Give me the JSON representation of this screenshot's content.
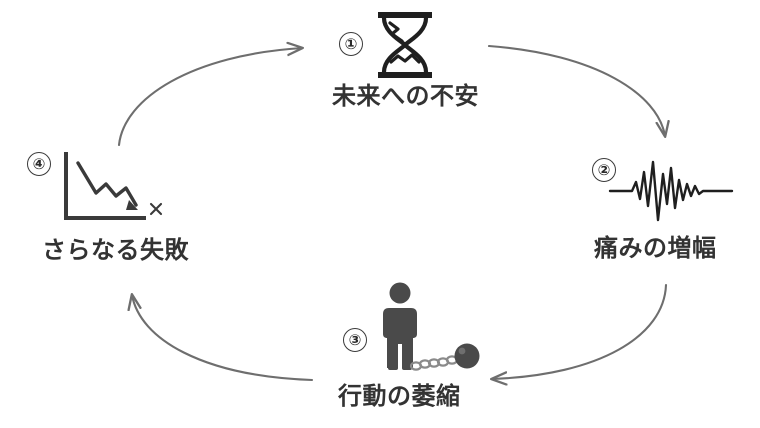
{
  "diagram": {
    "type": "cycle",
    "title": "",
    "background_color": "#ffffff",
    "label_color": "#333333",
    "arrow_color": "#6e6e6e",
    "nodes": [
      {
        "step": "①",
        "label": "未来への不安",
        "icon": "hourglass-icon",
        "icon_color": "#1f1f1f"
      },
      {
        "step": "②",
        "label": "痛みの増幅",
        "icon": "waveform-icon",
        "icon_color": "#1f1f1f"
      },
      {
        "step": "③",
        "label": "行動の萎縮",
        "icon": "person-ball-and-chain-icon",
        "icon_color": "#4a4a4a"
      },
      {
        "step": "④",
        "label": "さらなる失敗",
        "icon": "declining-chart-icon",
        "icon_color": "#3a3a3a"
      }
    ],
    "arrows": [
      {
        "name": "arrow-4-to-1",
        "direction": "up-right"
      },
      {
        "name": "arrow-1-to-2",
        "direction": "down-right"
      },
      {
        "name": "arrow-2-to-3",
        "direction": "down-left"
      },
      {
        "name": "arrow-3-to-4",
        "direction": "up-left"
      }
    ],
    "chart_marker": "×"
  }
}
